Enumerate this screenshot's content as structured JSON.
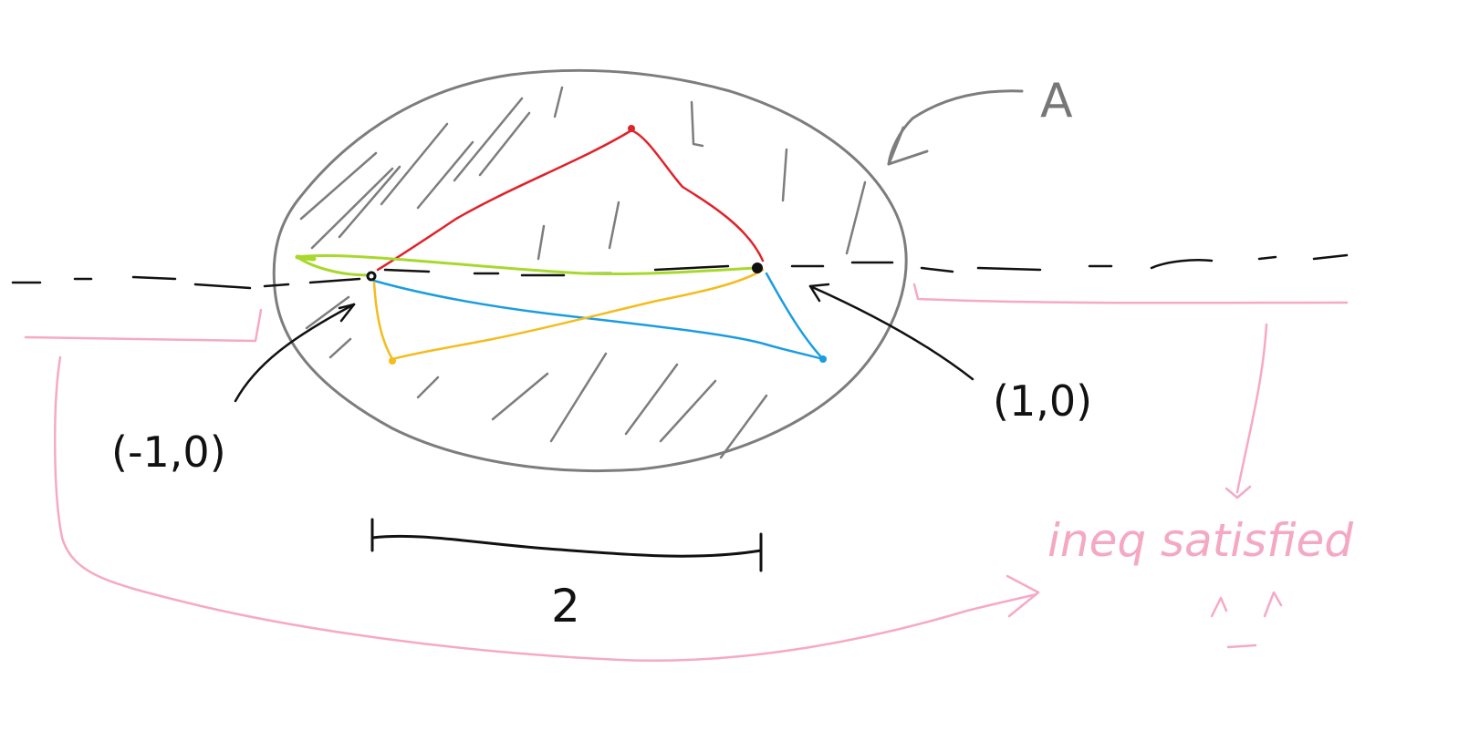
{
  "labels": {
    "set_name": "A",
    "left_point": "(-1,0)",
    "right_point": "(1,0)",
    "distance": "2",
    "conclusion": "ineq satisfied"
  },
  "colors": {
    "region_outline": "#7d7d7d",
    "axis": "#111111",
    "red_path": "#e0222a",
    "green_path": "#a8d82c",
    "blue_path": "#1a9de0",
    "yellow_path": "#f4bc1c",
    "annotation_pink": "#f6a9c6"
  },
  "icons": [
    "arrow-to-set-icon",
    "arrow-to-left-point-icon",
    "arrow-to-right-point-icon",
    "arrow-to-conclusion-icon"
  ]
}
